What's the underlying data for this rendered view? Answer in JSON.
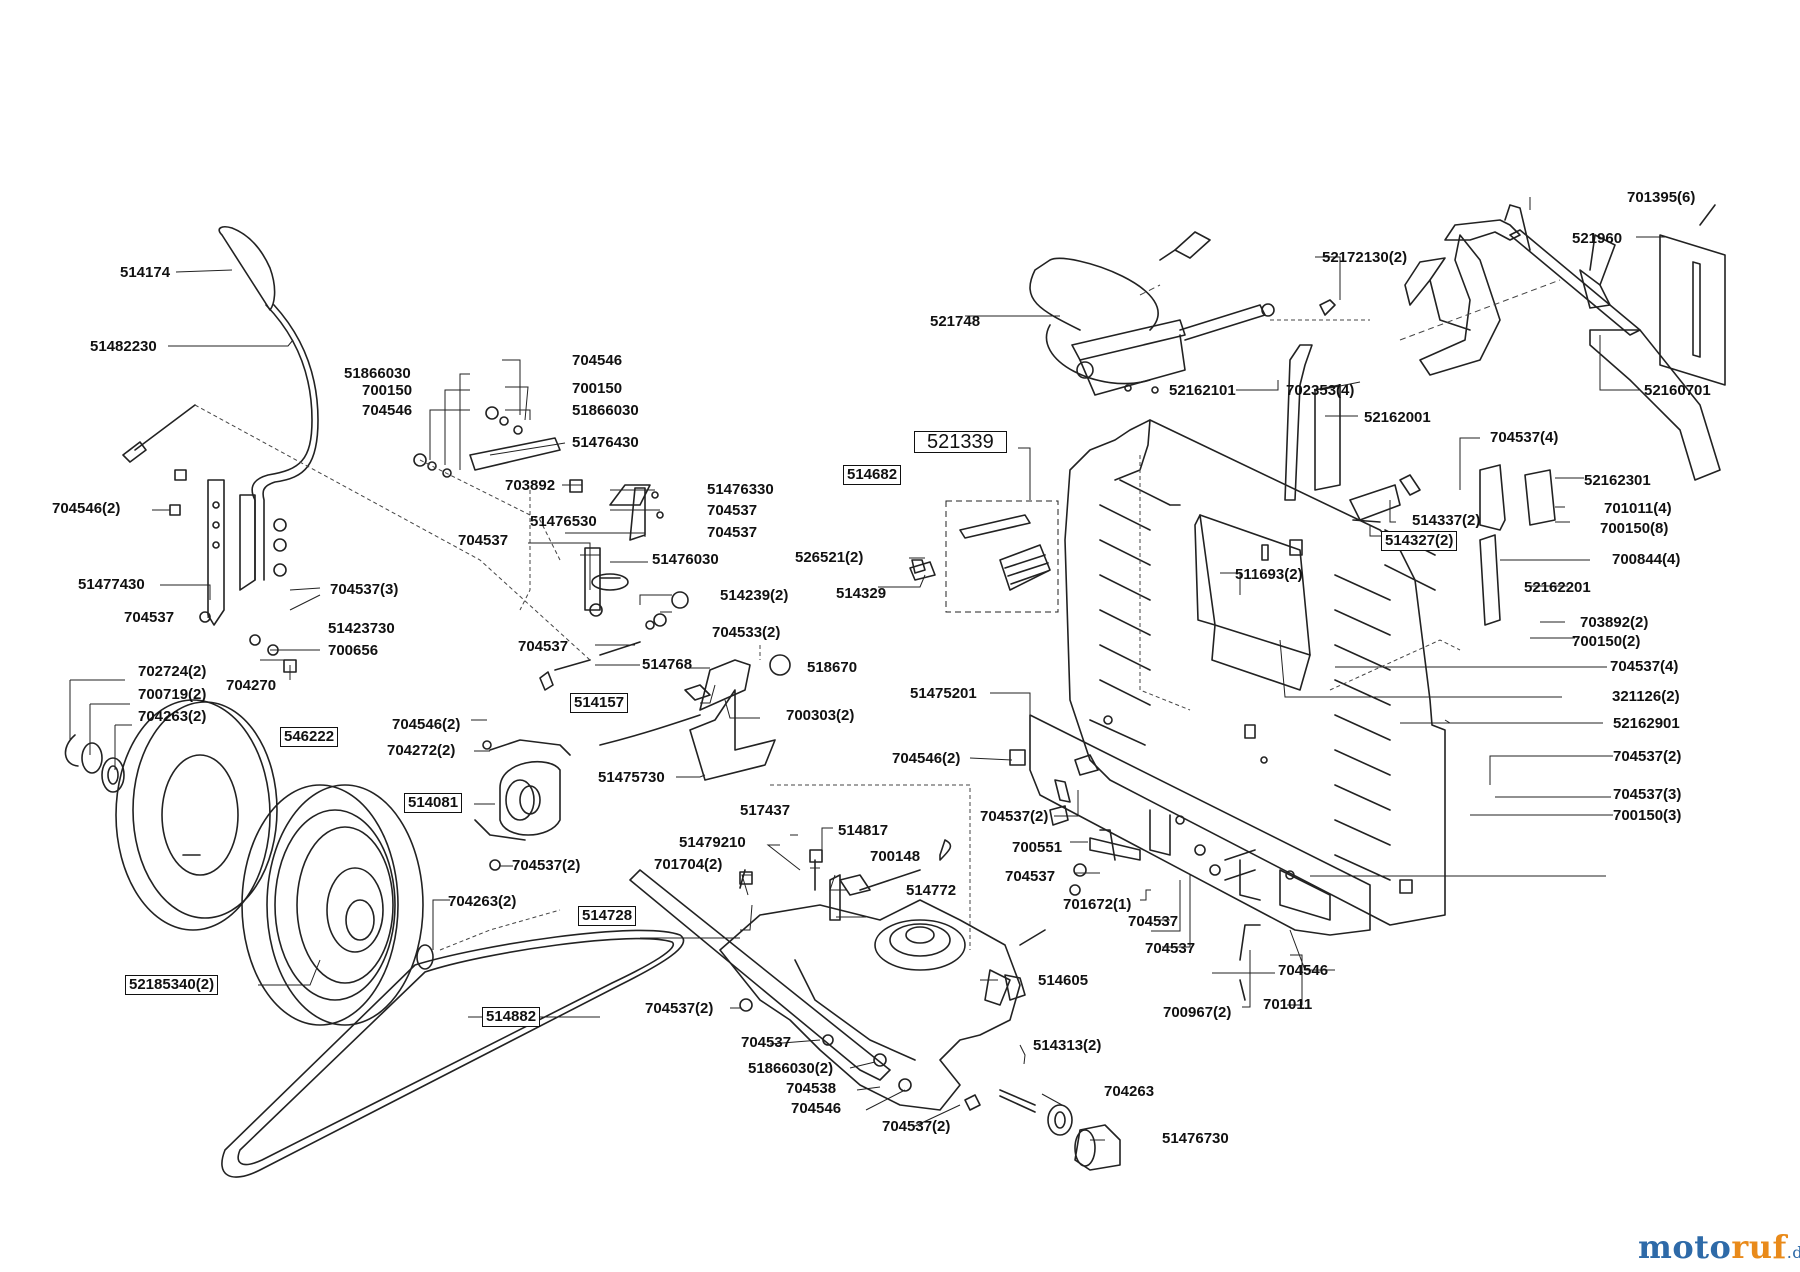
{
  "diagram": {
    "assembly_label": "521339",
    "labels": [
      {
        "id": "p1",
        "text": "514174"
      },
      {
        "id": "p2",
        "text": "51482230"
      },
      {
        "id": "p3",
        "text": "704546(2)"
      },
      {
        "id": "p4",
        "text": "51477430"
      },
      {
        "id": "p5",
        "text": "704537"
      },
      {
        "id": "p6",
        "text": "704537(3)"
      },
      {
        "id": "p7",
        "text": "51423730"
      },
      {
        "id": "p8",
        "text": "700656"
      },
      {
        "id": "p9",
        "text": "704270"
      },
      {
        "id": "p10",
        "text": "702724(2)"
      },
      {
        "id": "p11",
        "text": "700719(2)"
      },
      {
        "id": "p12",
        "text": "704263(2)"
      },
      {
        "id": "p13",
        "text": "546222"
      },
      {
        "id": "p14",
        "text": "51866030"
      },
      {
        "id": "p15",
        "text": "700150"
      },
      {
        "id": "p16",
        "text": "704546"
      },
      {
        "id": "p17",
        "text": "704546"
      },
      {
        "id": "p18",
        "text": "700150"
      },
      {
        "id": "p19",
        "text": "51866030"
      },
      {
        "id": "p20",
        "text": "51476430"
      },
      {
        "id": "p21",
        "text": "703892"
      },
      {
        "id": "p22",
        "text": "51476330"
      },
      {
        "id": "p23",
        "text": "704537"
      },
      {
        "id": "p24",
        "text": "704537"
      },
      {
        "id": "p25",
        "text": "51476530"
      },
      {
        "id": "p26",
        "text": "704537"
      },
      {
        "id": "p27",
        "text": "51476030"
      },
      {
        "id": "p28",
        "text": "514239(2)"
      },
      {
        "id": "p29",
        "text": "704533(2)"
      },
      {
        "id": "p30",
        "text": "704537"
      },
      {
        "id": "p31",
        "text": "514768"
      },
      {
        "id": "p32",
        "text": "518670"
      },
      {
        "id": "p33",
        "text": "514157"
      },
      {
        "id": "p34",
        "text": "700303(2)"
      },
      {
        "id": "p35",
        "text": "51475730"
      },
      {
        "id": "p36",
        "text": "704546(2)"
      },
      {
        "id": "p37",
        "text": "704272(2)"
      },
      {
        "id": "p38",
        "text": "514081"
      },
      {
        "id": "p39",
        "text": "704537(2)"
      },
      {
        "id": "p40",
        "text": "704263(2)"
      },
      {
        "id": "p41",
        "text": "52185340(2)"
      },
      {
        "id": "p42",
        "text": "514882"
      },
      {
        "id": "p43",
        "text": "514682"
      },
      {
        "id": "p44",
        "text": "526521(2)"
      },
      {
        "id": "p45",
        "text": "514329"
      },
      {
        "id": "p46",
        "text": "521748"
      },
      {
        "id": "p47",
        "text": "52172130(2)"
      },
      {
        "id": "p48",
        "text": "52162101"
      },
      {
        "id": "p49",
        "text": "702353(4)"
      },
      {
        "id": "p50",
        "text": "52162001"
      },
      {
        "id": "p51",
        "text": "701395(6)"
      },
      {
        "id": "p52",
        "text": "521960"
      },
      {
        "id": "p53",
        "text": "52160701"
      },
      {
        "id": "p54",
        "text": "704537(4)"
      },
      {
        "id": "p55",
        "text": "52162301"
      },
      {
        "id": "p56",
        "text": "514337(2)"
      },
      {
        "id": "p57",
        "text": "514327(2)"
      },
      {
        "id": "p58",
        "text": "701011(4)"
      },
      {
        "id": "p59",
        "text": "700150(8)"
      },
      {
        "id": "p60",
        "text": "700844(4)"
      },
      {
        "id": "p61",
        "text": "511693(2)"
      },
      {
        "id": "p62",
        "text": "52162201"
      },
      {
        "id": "p63",
        "text": "703892(2)"
      },
      {
        "id": "p64",
        "text": "700150(2)"
      },
      {
        "id": "p65",
        "text": "704537(4)"
      },
      {
        "id": "p66",
        "text": "321126(2)"
      },
      {
        "id": "p67",
        "text": "51475201"
      },
      {
        "id": "p68",
        "text": "52162901"
      },
      {
        "id": "p69",
        "text": "704546(2)"
      },
      {
        "id": "p70",
        "text": "704537(2)"
      },
      {
        "id": "p71",
        "text": "704537(2)"
      },
      {
        "id": "p72",
        "text": "704537(3)"
      },
      {
        "id": "p73",
        "text": "700150(3)"
      },
      {
        "id": "p74",
        "text": "700551"
      },
      {
        "id": "p75",
        "text": "704537"
      },
      {
        "id": "p76",
        "text": "701672(1)"
      },
      {
        "id": "p77",
        "text": "704537"
      },
      {
        "id": "p78",
        "text": "704537"
      },
      {
        "id": "p79",
        "text": "704546"
      },
      {
        "id": "p80",
        "text": "700967(2)"
      },
      {
        "id": "p81",
        "text": "701011"
      },
      {
        "id": "p82",
        "text": "517437"
      },
      {
        "id": "p83",
        "text": "514817"
      },
      {
        "id": "p84",
        "text": "51479210"
      },
      {
        "id": "p85",
        "text": "701704(2)"
      },
      {
        "id": "p86",
        "text": "700148"
      },
      {
        "id": "p87",
        "text": "514772"
      },
      {
        "id": "p88",
        "text": "514728"
      },
      {
        "id": "p89",
        "text": "514605"
      },
      {
        "id": "p90",
        "text": "704537(2)"
      },
      {
        "id": "p91",
        "text": "704537"
      },
      {
        "id": "p92",
        "text": "514313(2)"
      },
      {
        "id": "p93",
        "text": "51866030(2)"
      },
      {
        "id": "p94",
        "text": "704538"
      },
      {
        "id": "p95",
        "text": "704546"
      },
      {
        "id": "p96",
        "text": "704537(2)"
      },
      {
        "id": "p97",
        "text": "704263"
      },
      {
        "id": "p98",
        "text": "51476730"
      }
    ]
  },
  "watermark": {
    "part1": "moto",
    "part2": "ruf",
    "part3": ".de"
  }
}
